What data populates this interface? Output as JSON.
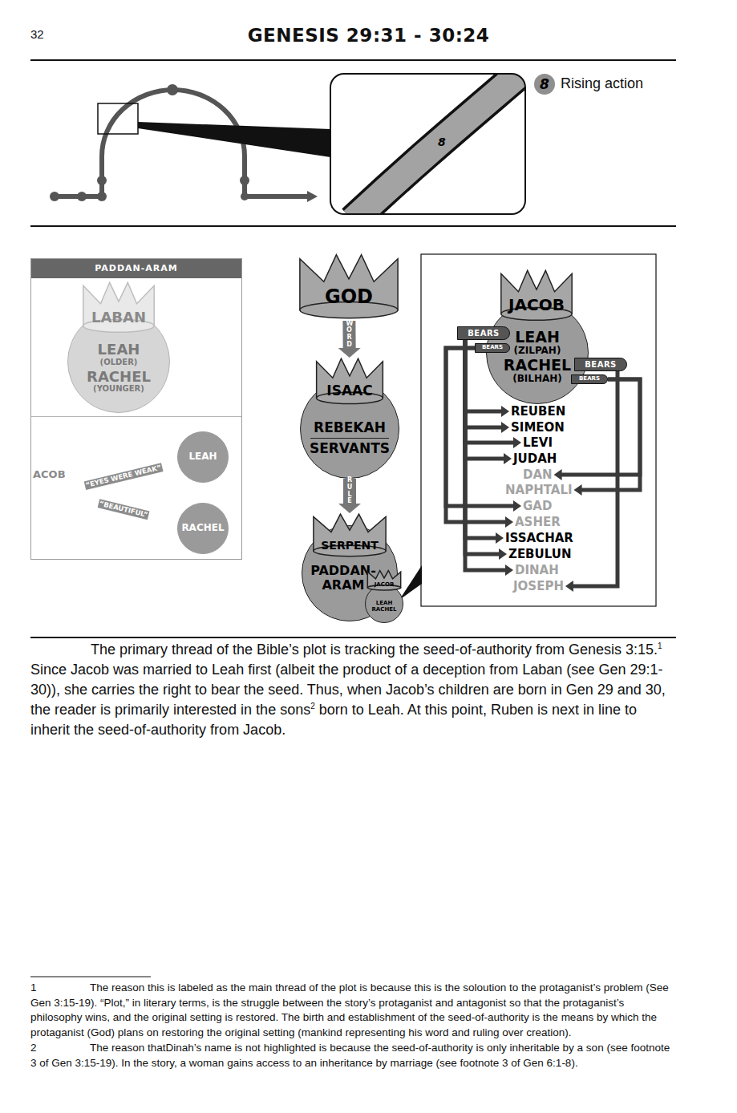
{
  "diagram": {
    "title": "GENESIS 29:31 - 30:24",
    "nodes": [
      {
        "text": [
          "8"
        ]
      },
      {
        "text": [
          "8",
          "Rising action"
        ]
      },
      {
        "text": [
          "PADDAN-ARAM"
        ]
      },
      {
        "text": [
          "LABAN"
        ],
        "in": 2
      },
      {
        "text": [
          "LEAH",
          "(OLDER)",
          "RACHEL",
          "(YOUNGER)"
        ],
        "in": 2
      },
      {
        "text": [
          "ACOB"
        ],
        "in": 2
      },
      {
        "text": [
          "LEAH"
        ],
        "in": 2
      },
      {
        "text": [
          "RACHEL"
        ],
        "in": 2
      },
      {
        "text": [
          "GOD"
        ]
      },
      {
        "text": [
          "ISAAC"
        ]
      },
      {
        "text": [
          "REBEKAH",
          "SERVANTS"
        ]
      },
      {
        "text": [
          "SERPENT"
        ]
      },
      {
        "text": [
          "PADDAN-ARAM"
        ]
      },
      {
        "text": [
          "JACOB"
        ],
        "in": 12
      },
      {
        "text": [
          "LEAH",
          "RACHEL"
        ],
        "in": 12
      },
      {
        "text": [
          "JACOB"
        ]
      },
      {
        "text": [
          "LEAH",
          "(ZILPAH)",
          "RACHEL",
          "(BILHAH)"
        ]
      },
      {
        "text": [
          "BEARS"
        ]
      },
      {
        "text": [
          "BEARS"
        ]
      },
      {
        "text": [
          "BEARS"
        ]
      },
      {
        "text": [
          "BEARS"
        ]
      },
      {
        "text": [
          "REUBEN"
        ]
      },
      {
        "text": [
          "SIMEON"
        ]
      },
      {
        "text": [
          "LEVI"
        ]
      },
      {
        "text": [
          "JUDAH"
        ]
      },
      {
        "text": [
          "DAN"
        ]
      },
      {
        "text": [
          "NAPHTALI"
        ]
      },
      {
        "text": [
          "GAD"
        ]
      },
      {
        "text": [
          "ASHER"
        ]
      },
      {
        "text": [
          "ISSACHAR"
        ]
      },
      {
        "text": [
          "ZEBULUN"
        ]
      },
      {
        "text": [
          "DINAH"
        ]
      },
      {
        "text": [
          "JOSEPH"
        ]
      }
    ],
    "edges": [
      {
        "from": 5,
        "to": 6,
        "arrow": "to",
        "label": "“EYES WERE WEAK”"
      },
      {
        "from": 5,
        "to": 7,
        "arrow": "to",
        "label": "“BEAUTIFUL”"
      },
      {
        "from": 8,
        "to": 9,
        "arrow": "to",
        "label": "WORD"
      },
      {
        "from": 10,
        "to": 11,
        "arrow": "to",
        "label": "RULE"
      },
      {
        "from": 17,
        "to": 21,
        "arrow": "to"
      },
      {
        "from": 17,
        "to": 22,
        "arrow": "to"
      },
      {
        "from": 17,
        "to": 23,
        "arrow": "to"
      },
      {
        "from": 17,
        "to": 24,
        "arrow": "to"
      },
      {
        "from": 17,
        "to": 29,
        "arrow": "to"
      },
      {
        "from": 17,
        "to": 30,
        "arrow": "to"
      },
      {
        "from": 17,
        "to": 31,
        "arrow": "to"
      },
      {
        "from": 18,
        "to": 27,
        "arrow": "to"
      },
      {
        "from": 18,
        "to": 28,
        "arrow": "to"
      },
      {
        "from": 19,
        "to": 32,
        "arrow": "to"
      },
      {
        "from": 20,
        "to": 25,
        "arrow": "to"
      },
      {
        "from": 20,
        "to": 26,
        "arrow": "to"
      }
    ],
    "labels": [
      "32",
      "The primary thread of the Bible’s plot is tracking the seed-of-authority from Genesis 3:15.",
      "1",
      "Since Jacob was married to Leah first (albeit the product of a deception from Laban (see Gen 29:1-30)), she carries the right to bear the seed. Thus, when Jacob’s children are born in Gen 29 and 30, the reader is primarily interested in the sons",
      "2",
      "born to Leah. At this point, Ruben is next in line to inherit the seed-of-authority from Jacob.",
      "1",
      "The reason this is labeled as the main thread of the plot is because this is the soloution to the protaganist’s problem (See Gen 3:15-19). “Plot,” in literary terms, is the struggle between the story’s protaganist and antagonist so that the protaganist’s philosophy wins, and the original setting is restored. The birth and establishment of the seed-of-authority is the means by which the protaganist (God) plans on restoring the original setting (mankind representing his word and ruling over creation).",
      "2",
      "The reason thatDinah’s name is not highlighted is because the seed-of-authority is only inheritable by a son (see footnote 3 of Gen 3:15-19). In the story, a woman gains access to an inheritance by marriage (see footnote 3 of Gen 6:1-8)."
    ]
  }
}
